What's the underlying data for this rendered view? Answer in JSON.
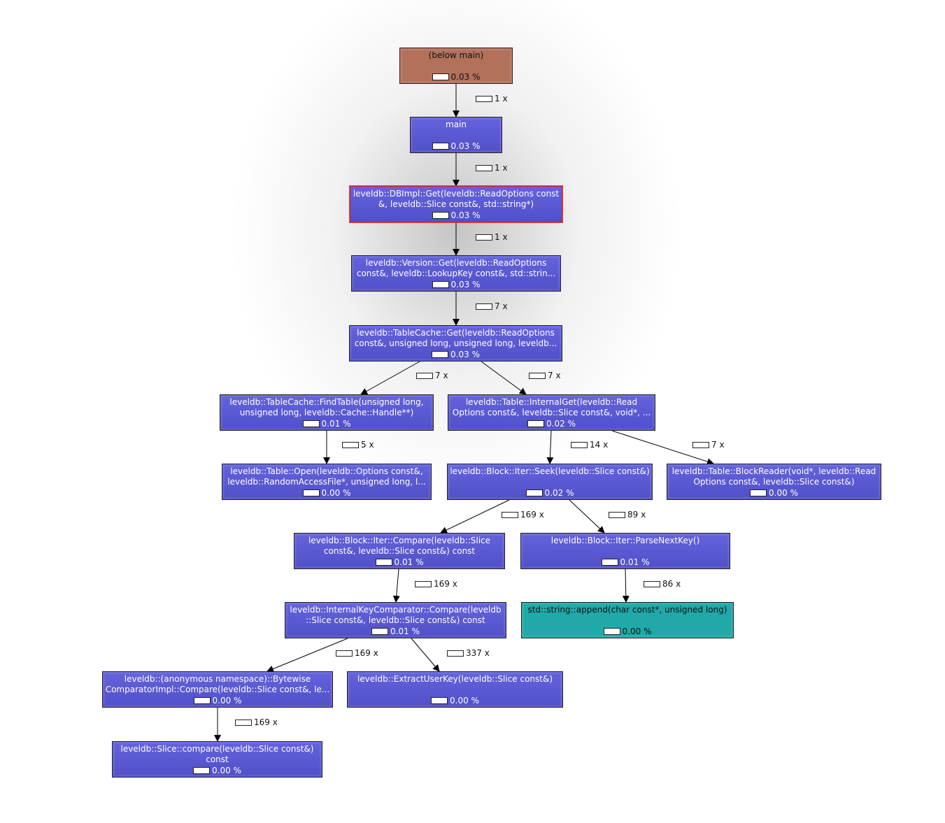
{
  "nodes": [
    {
      "id": "below-main",
      "label": "(below main)",
      "cost": "0.03 %",
      "color": "brown"
    },
    {
      "id": "main",
      "label": "main",
      "cost": "0.03 %",
      "color": "purple"
    },
    {
      "id": "dbimpl-get",
      "label": "leveldb::DBImpl::Get(leveldb::ReadOptions const\n&, leveldb::Slice const&, std::string*)",
      "cost": "0.03 %",
      "color": "purple",
      "selected": true
    },
    {
      "id": "version-get",
      "label": "leveldb::Version::Get(leveldb::ReadOptions\nconst&, leveldb::LookupKey const&, std::strin...",
      "cost": "0.03 %",
      "color": "purple"
    },
    {
      "id": "tablecache-get",
      "label": "leveldb::TableCache::Get(leveldb::ReadOptions\nconst&, unsigned long, unsigned long, leveldb...",
      "cost": "0.03 %",
      "color": "purple"
    },
    {
      "id": "findtable",
      "label": "leveldb::TableCache::FindTable(unsigned long,\nunsigned long, leveldb::Cache::Handle**)",
      "cost": "0.01 %",
      "color": "purple"
    },
    {
      "id": "internalget",
      "label": "leveldb::Table::InternalGet(leveldb::Read\nOptions const&, leveldb::Slice const&, void*, ...",
      "cost": "0.02 %",
      "color": "purple"
    },
    {
      "id": "table-open",
      "label": "leveldb::Table::Open(leveldb::Options const&,\nleveldb::RandomAccessFile*, unsigned long, l...",
      "cost": "0.00 %",
      "color": "purple"
    },
    {
      "id": "block-seek",
      "label": "leveldb::Block::Iter::Seek(leveldb::Slice const&)",
      "cost": "0.02 %",
      "color": "purple"
    },
    {
      "id": "blockreader",
      "label": "leveldb::Table::BlockReader(void*, leveldb::Read\nOptions const&, leveldb::Slice const&)",
      "cost": "0.00 %",
      "color": "purple"
    },
    {
      "id": "block-compare",
      "label": "leveldb::Block::Iter::Compare(leveldb::Slice\nconst&, leveldb::Slice const&) const",
      "cost": "0.01 %",
      "color": "purple"
    },
    {
      "id": "parsenextkey",
      "label": "leveldb::Block::Iter::ParseNextKey()",
      "cost": "0.01 %",
      "color": "purple"
    },
    {
      "id": "ikc-compare",
      "label": "leveldb::InternalKeyComparator::Compare(leveldb\n::Slice const&, leveldb::Slice const&) const",
      "cost": "0.01 %",
      "color": "purple"
    },
    {
      "id": "string-append",
      "label": "std::string::append(char const*, unsigned long)",
      "cost": "0.00 %",
      "color": "teal"
    },
    {
      "id": "bytewise-compare",
      "label": "leveldb::(anonymous namespace)::Bytewise\nComparatorImpl::Compare(leveldb::Slice const&, le...",
      "cost": "0.00 %",
      "color": "purple"
    },
    {
      "id": "extractuserkey",
      "label": "leveldb::ExtractUserKey(leveldb::Slice const&)",
      "cost": "0.00 %",
      "color": "purple"
    },
    {
      "id": "slice-compare",
      "label": "leveldb::Slice::compare(leveldb::Slice const&)\nconst",
      "cost": "0.00 %",
      "color": "purple"
    }
  ],
  "edges": [
    {
      "from": "below-main",
      "to": "main",
      "calls": "1 x"
    },
    {
      "from": "main",
      "to": "dbimpl-get",
      "calls": "1 x"
    },
    {
      "from": "dbimpl-get",
      "to": "version-get",
      "calls": "1 x"
    },
    {
      "from": "version-get",
      "to": "tablecache-get",
      "calls": "7 x"
    },
    {
      "from": "tablecache-get",
      "to": "findtable",
      "calls": "7 x"
    },
    {
      "from": "tablecache-get",
      "to": "internalget",
      "calls": "7 x"
    },
    {
      "from": "findtable",
      "to": "table-open",
      "calls": "5 x"
    },
    {
      "from": "internalget",
      "to": "block-seek",
      "calls": "14 x"
    },
    {
      "from": "internalget",
      "to": "blockreader",
      "calls": "7 x"
    },
    {
      "from": "block-seek",
      "to": "block-compare",
      "calls": "169 x"
    },
    {
      "from": "block-seek",
      "to": "parsenextkey",
      "calls": "89 x"
    },
    {
      "from": "block-compare",
      "to": "ikc-compare",
      "calls": "169 x"
    },
    {
      "from": "parsenextkey",
      "to": "string-append",
      "calls": "86 x"
    },
    {
      "from": "ikc-compare",
      "to": "bytewise-compare",
      "calls": "169 x"
    },
    {
      "from": "ikc-compare",
      "to": "extractuserkey",
      "calls": "337 x"
    },
    {
      "from": "bytewise-compare",
      "to": "slice-compare",
      "calls": "169 x"
    }
  ]
}
